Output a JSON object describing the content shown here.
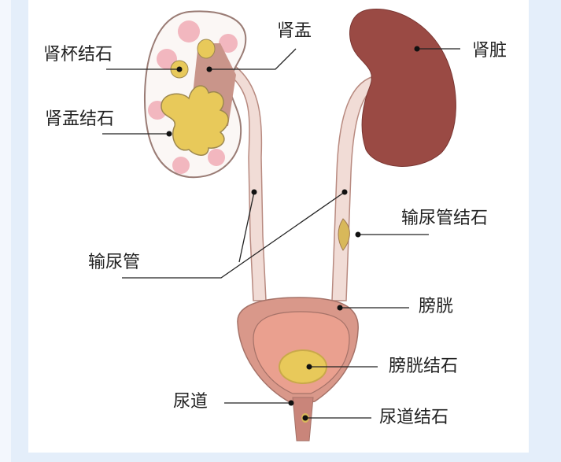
{
  "labels": {
    "calyx_stone": "肾杯结石",
    "renal_pelvis": "肾盂",
    "kidney": "肾脏",
    "pelvis_stone": "肾盂结石",
    "ureter": "输尿管",
    "ureter_stone": "输尿管结石",
    "bladder": "膀胱",
    "bladder_stone": "膀胱结石",
    "urethra": "尿道",
    "urethra_stone": "尿道结石"
  },
  "colors": {
    "background": "#e4eefa",
    "kidney": "#9a4a44",
    "stone": "#e8c95a",
    "tissue": "#f1d3c8",
    "bladder_outer": "#d9988a",
    "bladder_inner": "#eaa08f"
  }
}
